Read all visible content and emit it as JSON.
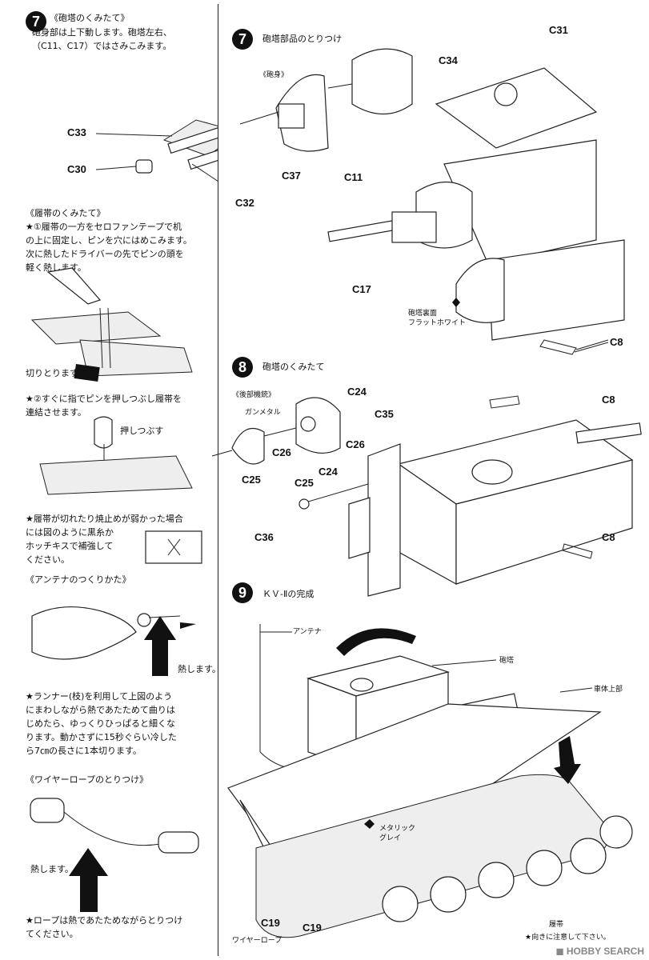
{
  "left": {
    "step7": {
      "number": "7",
      "title": "《砲塔のくみたて》",
      "text": "砲身部は上下動します。砲塔左右、\n（C11、C17）ではさみこみます。",
      "parts": [
        "C33",
        "C30",
        "C37",
        "C32"
      ],
      "barrel_label": "《砲身》"
    },
    "tracks": {
      "title": "《履帯のくみたて》",
      "text1": "★①履帯の一方をセロファンテープで机\nの上に固定し、ピンを穴にはめこみます。\n次に熱したドライバーの先でピンの頭を\n軽く熱します。",
      "cut_label": "切りとります",
      "text2": "★②すぐに指でピンを押しつぶし履帯を\n連結させます。",
      "press_label": "押しつぶす",
      "text3": "★履帯が切れたり焼止めが弱かった場合\nには図のように黒糸か\nホッチキスで補強して\nください。"
    },
    "antenna": {
      "title": "《アンテナのつくりかた》",
      "heat_label": "熱します。",
      "text": "★ランナー(枝)を利用して上図のよう\nにまわしながら熱であたためて曲りは\nじめたら、ゆっくりひっぱると細くな\nります。動かさずに15秒ぐらい冷した\nら7㎝の長さに1本切ります。"
    },
    "wire": {
      "title": "《ワイヤーロープのとりつけ》",
      "heat_label": "熱します。",
      "text": "★ロープは熱であたためながらとりつけ\nてください。"
    }
  },
  "right": {
    "step7": {
      "number": "7",
      "title": "砲塔部品のとりつけ",
      "parts": [
        "C31",
        "C34",
        "C11",
        "C17",
        "C8"
      ],
      "paint_label": "砲塔裏面\nフラットホワイト"
    },
    "step8": {
      "number": "8",
      "title": "砲塔のくみたて",
      "mg_label": "《後部機銃》",
      "gunmetal_label": "ガンメタル",
      "parts": [
        "C24",
        "C26",
        "C25",
        "C35",
        "C26",
        "C24",
        "C25",
        "C36",
        "C8",
        "C8"
      ]
    },
    "step9": {
      "number": "9",
      "title": "ＫＶ-Ⅱの完成",
      "labels": {
        "antenna": "アンテナ",
        "turret": "砲塔",
        "upper_hull": "車体上部",
        "metallic_grey": "メタリック\nグレイ",
        "track": "履帯",
        "direction_note": "★向きに注意して下さい。",
        "wire_rope": "ワイヤーロープ",
        "c19_a": "C19",
        "c19_b": "C19"
      }
    }
  },
  "watermark": "HOBBY SEARCH"
}
